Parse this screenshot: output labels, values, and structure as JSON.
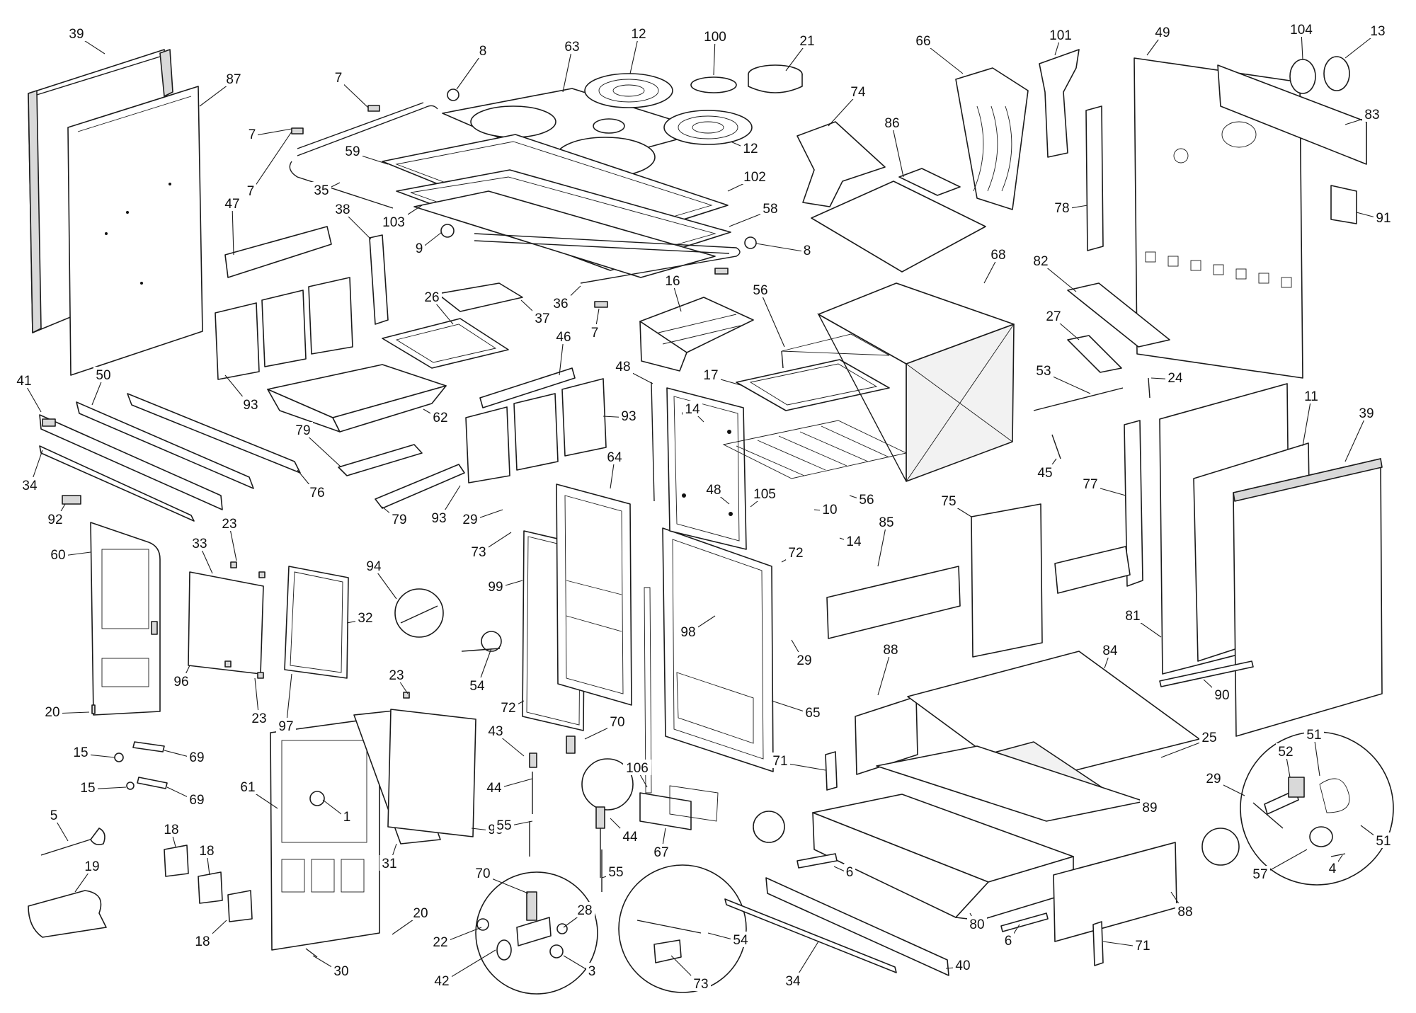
{
  "callouts": [
    {
      "id": "c1",
      "label": "39"
    },
    {
      "id": "c2",
      "label": "87"
    },
    {
      "id": "c3",
      "label": "7"
    },
    {
      "id": "c4",
      "label": "7"
    },
    {
      "id": "c5",
      "label": "8"
    },
    {
      "id": "c6",
      "label": "63"
    },
    {
      "id": "c7",
      "label": "12"
    },
    {
      "id": "c8",
      "label": "100"
    },
    {
      "id": "c9",
      "label": "21"
    },
    {
      "id": "c10",
      "label": "66"
    },
    {
      "id": "c11",
      "label": "101"
    },
    {
      "id": "c12",
      "label": "49"
    },
    {
      "id": "c13",
      "label": "104"
    },
    {
      "id": "c14",
      "label": "13"
    },
    {
      "id": "c15",
      "label": "74"
    },
    {
      "id": "c16",
      "label": "86"
    },
    {
      "id": "c17",
      "label": "12"
    },
    {
      "id": "c18",
      "label": "59"
    },
    {
      "id": "c19",
      "label": "35"
    },
    {
      "id": "c20",
      "label": "102"
    },
    {
      "id": "c21",
      "label": "83"
    },
    {
      "id": "c22",
      "label": "47"
    },
    {
      "id": "c23",
      "label": "38"
    },
    {
      "id": "c24",
      "label": "103"
    },
    {
      "id": "c25",
      "label": "58"
    },
    {
      "id": "c26",
      "label": "78"
    },
    {
      "id": "c27",
      "label": "91"
    },
    {
      "id": "c28",
      "label": "9"
    },
    {
      "id": "c29",
      "label": "8"
    },
    {
      "id": "c30",
      "label": "68"
    },
    {
      "id": "c31",
      "label": "82"
    },
    {
      "id": "c32",
      "label": "26"
    },
    {
      "id": "c33",
      "label": "16"
    },
    {
      "id": "c34",
      "label": "56"
    },
    {
      "id": "c35",
      "label": "36"
    },
    {
      "id": "c36",
      "label": "37"
    },
    {
      "id": "c37",
      "label": "7"
    },
    {
      "id": "c38",
      "label": "7"
    },
    {
      "id": "c39",
      "label": "27"
    },
    {
      "id": "c40",
      "label": "41"
    },
    {
      "id": "c41",
      "label": "50"
    },
    {
      "id": "c42",
      "label": "46"
    },
    {
      "id": "c43",
      "label": "48"
    },
    {
      "id": "c44",
      "label": "17"
    },
    {
      "id": "c45",
      "label": "53"
    },
    {
      "id": "c46",
      "label": "24"
    },
    {
      "id": "c47",
      "label": "93"
    },
    {
      "id": "c48",
      "label": "62"
    },
    {
      "id": "c49",
      "label": "93"
    },
    {
      "id": "c50",
      "label": "14"
    },
    {
      "id": "c51",
      "label": "11"
    },
    {
      "id": "c52",
      "label": "39"
    },
    {
      "id": "c53",
      "label": "34"
    },
    {
      "id": "c54",
      "label": "79"
    },
    {
      "id": "c55",
      "label": "76"
    },
    {
      "id": "c56",
      "label": "64"
    },
    {
      "id": "c57",
      "label": "45"
    },
    {
      "id": "c58",
      "label": "77"
    },
    {
      "id": "c59",
      "label": "92"
    },
    {
      "id": "c60",
      "label": "79"
    },
    {
      "id": "c61",
      "label": "93"
    },
    {
      "id": "c62",
      "label": "29"
    },
    {
      "id": "c63",
      "label": "48"
    },
    {
      "id": "c64",
      "label": "105"
    },
    {
      "id": "c65",
      "label": "10"
    },
    {
      "id": "c66",
      "label": "56"
    },
    {
      "id": "c67",
      "label": "75"
    },
    {
      "id": "c68",
      "label": "60"
    },
    {
      "id": "c69",
      "label": "23"
    },
    {
      "id": "c70",
      "label": "33"
    },
    {
      "id": "c71",
      "label": "73"
    },
    {
      "id": "c72",
      "label": "14"
    },
    {
      "id": "c73",
      "label": "85"
    },
    {
      "id": "c74",
      "label": "94"
    },
    {
      "id": "c75",
      "label": "32"
    },
    {
      "id": "c76",
      "label": "99"
    },
    {
      "id": "c77",
      "label": "72"
    },
    {
      "id": "c78",
      "label": "96"
    },
    {
      "id": "c79",
      "label": "98"
    },
    {
      "id": "c80",
      "label": "29"
    },
    {
      "id": "c81",
      "label": "88"
    },
    {
      "id": "c82",
      "label": "81"
    },
    {
      "id": "c83",
      "label": "84"
    },
    {
      "id": "c84",
      "label": "90"
    },
    {
      "id": "c85",
      "label": "54"
    },
    {
      "id": "c86",
      "label": "72"
    },
    {
      "id": "c87",
      "label": "20"
    },
    {
      "id": "c88",
      "label": "23"
    },
    {
      "id": "c89",
      "label": "97"
    },
    {
      "id": "c90",
      "label": "23"
    },
    {
      "id": "c91",
      "label": "70"
    },
    {
      "id": "c92",
      "label": "43"
    },
    {
      "id": "c93",
      "label": "65"
    },
    {
      "id": "c94",
      "label": "15"
    },
    {
      "id": "c95",
      "label": "69"
    },
    {
      "id": "c96",
      "label": "25"
    },
    {
      "id": "c97",
      "label": "52"
    },
    {
      "id": "c98",
      "label": "51"
    },
    {
      "id": "c99",
      "label": "71"
    },
    {
      "id": "c100",
      "label": "44"
    },
    {
      "id": "c101",
      "label": "15"
    },
    {
      "id": "c102",
      "label": "69"
    },
    {
      "id": "c103",
      "label": "61"
    },
    {
      "id": "c104",
      "label": "106"
    },
    {
      "id": "c105",
      "label": "89"
    },
    {
      "id": "c106",
      "label": "29"
    },
    {
      "id": "c107",
      "label": "5"
    },
    {
      "id": "c108",
      "label": "1"
    },
    {
      "id": "c109",
      "label": "95"
    },
    {
      "id": "c110",
      "label": "55"
    },
    {
      "id": "c111",
      "label": "44"
    },
    {
      "id": "c112",
      "label": "67"
    },
    {
      "id": "c113",
      "label": "51"
    },
    {
      "id": "c114",
      "label": "4"
    },
    {
      "id": "c115",
      "label": "57"
    },
    {
      "id": "c116",
      "label": "18"
    },
    {
      "id": "c117",
      "label": "18"
    },
    {
      "id": "c118",
      "label": "31"
    },
    {
      "id": "c119",
      "label": "6"
    },
    {
      "id": "c120",
      "label": "19"
    },
    {
      "id": "c121",
      "label": "55"
    },
    {
      "id": "c122",
      "label": "88"
    },
    {
      "id": "c123",
      "label": "70"
    },
    {
      "id": "c124",
      "label": "28"
    },
    {
      "id": "c125",
      "label": "20"
    },
    {
      "id": "c126",
      "label": "80"
    },
    {
      "id": "c127",
      "label": "18"
    },
    {
      "id": "c128",
      "label": "22"
    },
    {
      "id": "c129",
      "label": "6"
    },
    {
      "id": "c130",
      "label": "71"
    },
    {
      "id": "c131",
      "label": "54"
    },
    {
      "id": "c132",
      "label": "30"
    },
    {
      "id": "c133",
      "label": "3"
    },
    {
      "id": "c134",
      "label": "42"
    },
    {
      "id": "c135",
      "label": "73"
    },
    {
      "id": "c136",
      "label": "34"
    },
    {
      "id": "c137",
      "label": "40"
    }
  ]
}
